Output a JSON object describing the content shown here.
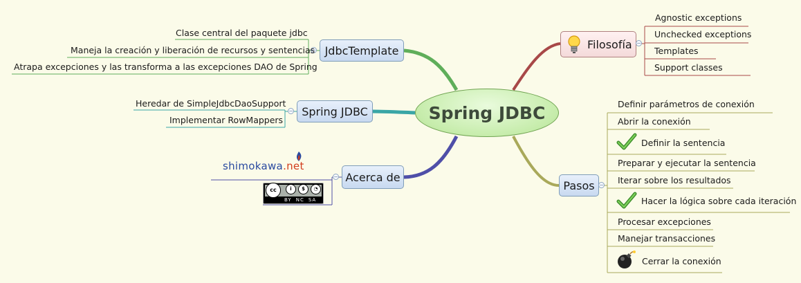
{
  "central": "Spring JDBC",
  "branches": {
    "jdbctemplate": {
      "label": "JdbcTemplate",
      "items": [
        "Clase central del paquete jdbc",
        "Maneja la creación y liberación de recursos y sentencias",
        "Atrapa excepciones y las transforma a las excepciones DAO de Spring"
      ]
    },
    "spring_jdbc": {
      "label": "Spring JDBC",
      "items": [
        "Heredar de SimpleJdbcDaoSupport",
        "Implementar RowMappers"
      ]
    },
    "acerca": {
      "label": "Acerca de",
      "logo_part1": "shimokawa",
      "logo_part2": ".net",
      "cc_labels": [
        "BY",
        "NC",
        "SA"
      ]
    },
    "filosofia": {
      "label": "Filosofía",
      "icon": "lightbulb-icon",
      "items": [
        "Agnostic exceptions",
        "Unchecked exceptions",
        "Templates",
        "Support classes"
      ]
    },
    "pasos": {
      "label": "Pasos",
      "items": [
        "Definir parámetros de conexión",
        "Abrir la conexión",
        "Definir la sentencia",
        "Preparar y ejecutar la sentencia",
        "Iterar sobre los resultados",
        "Hacer la lógica sobre cada iteración",
        "Procesar excepciones",
        "Manejar transacciones",
        "Cerrar la conexión"
      ],
      "item_icons": [
        "",
        "",
        "checkmark-icon",
        "",
        "",
        "checkmark-icon",
        "",
        "",
        "bomb-icon"
      ]
    }
  },
  "colors": {
    "background": "#fbfbe9",
    "jdbctemplate_edge": "#5fae5a",
    "spring_jdbc_edge": "#3aa6a6",
    "acerca_edge": "#4f4fa8",
    "filosofia_edge": "#a84848",
    "pasos_edge": "#a9a95a"
  }
}
